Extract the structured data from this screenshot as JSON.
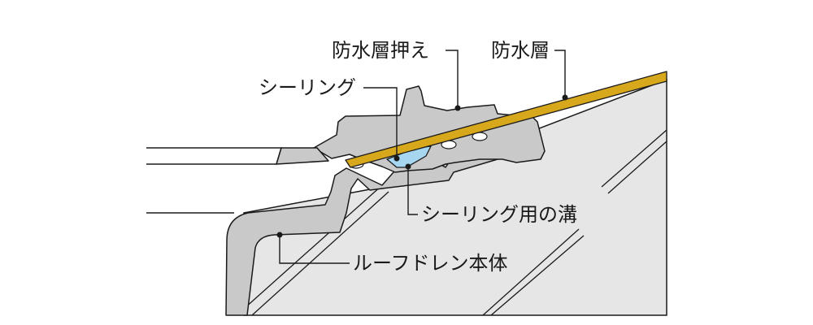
{
  "diagram": {
    "labels": {
      "waterproof_layer_holder": "防水層押え",
      "waterproof_layer": "防水層",
      "sealing": "シーリング",
      "sealing_groove": "シーリング用の溝",
      "roof_drain_body": "ルーフドレン本体"
    },
    "colors": {
      "background": "#ffffff",
      "concrete": "#e6e6e6",
      "metal": "#c9c9c9",
      "waterproof_layer": "#d8a81c",
      "sealant": "#a7d7f0",
      "outline": "#1a1a1a"
    }
  }
}
